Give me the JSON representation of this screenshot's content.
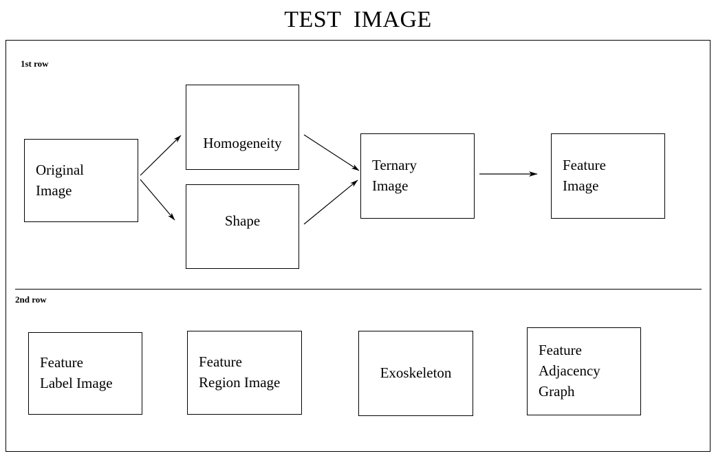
{
  "title": "TEST  IMAGE",
  "row_labels": {
    "first": "1st row",
    "second": "2nd row"
  },
  "colors": {
    "background": "#ffffff",
    "stroke": "#000000",
    "text": "#000000"
  },
  "diagram": {
    "type": "flowchart",
    "rows": [
      {
        "id": "first-row",
        "label": "1st row",
        "nodes": [
          {
            "id": "original-image",
            "lines": [
              "Original",
              "Image"
            ]
          },
          {
            "id": "homogeneity",
            "lines": [
              "Homogeneity"
            ]
          },
          {
            "id": "shape",
            "lines": [
              "Shape"
            ]
          },
          {
            "id": "ternary-image",
            "lines": [
              "Ternary",
              "Image"
            ]
          },
          {
            "id": "feature-image",
            "lines": [
              "Feature",
              "Image"
            ]
          }
        ],
        "edges": [
          {
            "from": "original-image",
            "to": "homogeneity",
            "style": "arrow"
          },
          {
            "from": "original-image",
            "to": "shape",
            "style": "arrow"
          },
          {
            "from": "homogeneity",
            "to": "ternary-image",
            "style": "arrow"
          },
          {
            "from": "shape",
            "to": "ternary-image",
            "style": "arrow"
          },
          {
            "from": "ternary-image",
            "to": "feature-image",
            "style": "arrow"
          }
        ]
      },
      {
        "id": "second-row",
        "label": "2nd row",
        "nodes": [
          {
            "id": "feature-label-image",
            "lines": [
              "Feature",
              "Label Image"
            ]
          },
          {
            "id": "feature-region-image",
            "lines": [
              "Feature",
              "Region Image"
            ]
          },
          {
            "id": "exoskeleton",
            "lines": [
              "Exoskeleton"
            ]
          },
          {
            "id": "feature-adjacency-graph",
            "lines": [
              "Feature",
              "Adjacency",
              "Graph"
            ]
          }
        ],
        "edges": []
      }
    ]
  }
}
